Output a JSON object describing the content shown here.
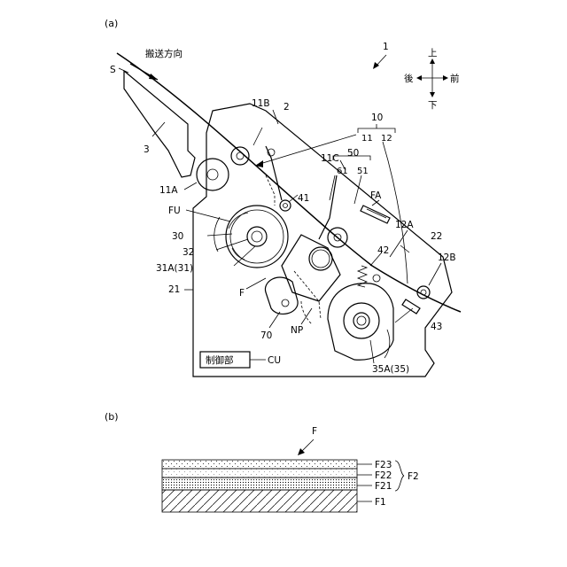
{
  "figure": {
    "panel_a": "(a)",
    "panel_b": "(b)",
    "sheet_label": "S",
    "transport_direction": "搬送方向",
    "device_number": "1",
    "directions": {
      "up": "上",
      "down": "下",
      "back": "後",
      "front": "前"
    },
    "labels": {
      "l10": "10",
      "l11": "11",
      "l12": "12",
      "l11b": "11B",
      "l2": "2",
      "l3": "3",
      "l11a": "11A",
      "l11c": "11C",
      "l50": "50",
      "l61": "61",
      "l51": "51",
      "fa": "FA",
      "fu": "FU",
      "l41": "41",
      "l12a": "12A",
      "l22": "22",
      "l30": "30",
      "l32": "32",
      "l31a": "31A(31)",
      "l42": "42",
      "l12b": "12B",
      "l21": "21",
      "f": "F",
      "np": "NP",
      "l43": "43",
      "l70": "70",
      "control_unit": "制御部",
      "cu": "CU",
      "l35a": "35A(35)"
    },
    "layers": {
      "film": "F",
      "f23": "F23",
      "f22": "F22",
      "f21": "F21",
      "f2": "F2",
      "f1": "F1"
    }
  }
}
